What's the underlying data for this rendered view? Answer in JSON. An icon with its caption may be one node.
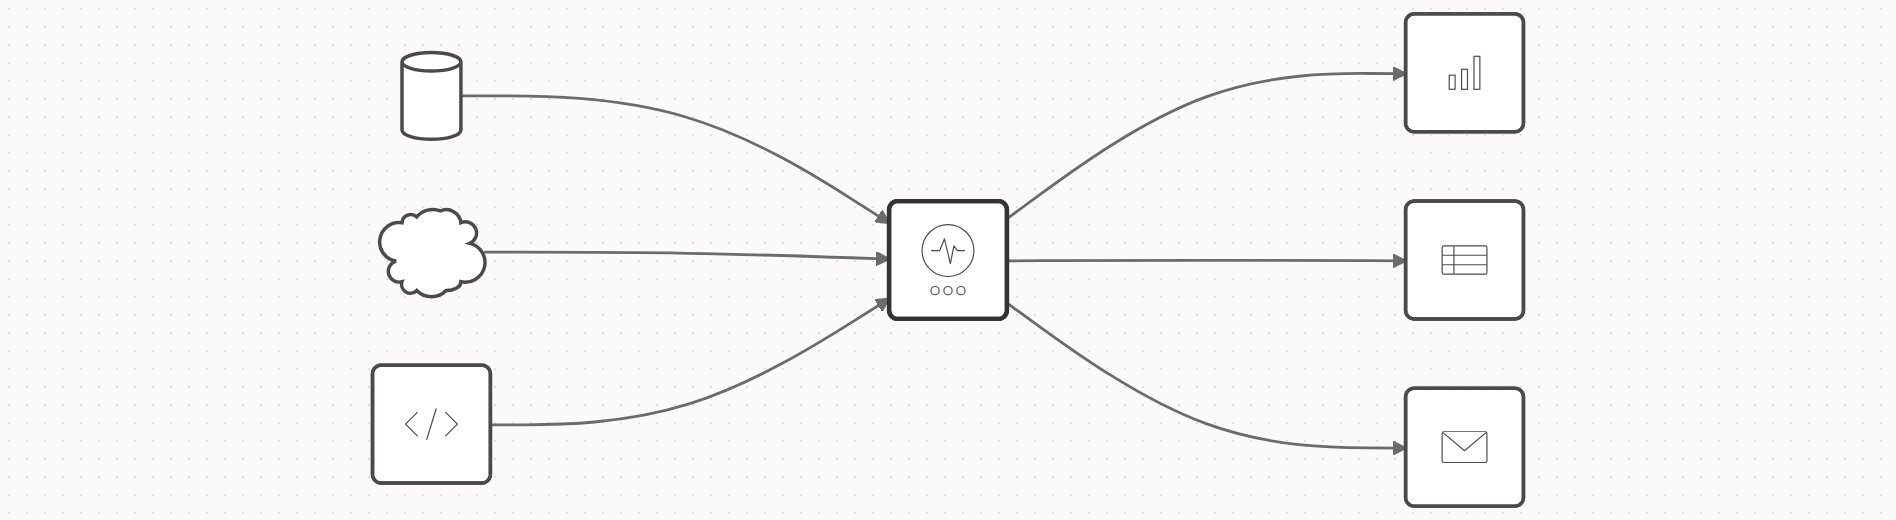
{
  "diagram": {
    "nodes": [
      {
        "text": [],
        "shape": "cylinder"
      },
      {
        "text": [],
        "shape": "cloud"
      },
      {
        "text": [],
        "shape": "box"
      },
      {
        "text": [],
        "shape": "box"
      },
      {
        "text": [],
        "shape": "box"
      },
      {
        "text": [],
        "shape": "box"
      },
      {
        "text": [],
        "shape": "box"
      }
    ],
    "edges": [
      {
        "from": 0,
        "to": 3,
        "arrow": "to"
      },
      {
        "from": 1,
        "to": 3,
        "arrow": "to"
      },
      {
        "from": 2,
        "to": 3,
        "arrow": "to"
      },
      {
        "from": 3,
        "to": 4,
        "arrow": "to"
      },
      {
        "from": 3,
        "to": 5,
        "arrow": "to"
      },
      {
        "from": 3,
        "to": 6,
        "arrow": "to"
      }
    ]
  }
}
